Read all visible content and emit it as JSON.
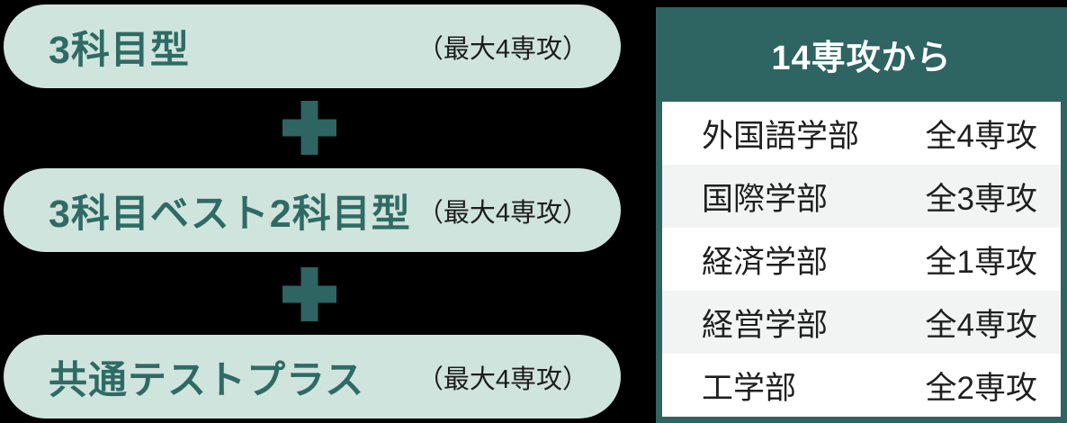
{
  "colors": {
    "background": "#000000",
    "accent_dark_teal": "#2e6462",
    "pill_background": "#d0e4de",
    "pill_title_text": "#2f6b64",
    "note_text": "#1c1c1c",
    "table_header_text": "#ffffff",
    "row_background": "#ffffff",
    "row_alt_background": "#f2f4f3",
    "row_text": "#1f1f1f"
  },
  "exam_types": [
    {
      "title": "3科目型",
      "note": "（最大4専攻）"
    },
    {
      "title": "3科目ベスト2科目型",
      "note": "（最大4専攻）"
    },
    {
      "title": "共通テストプラス",
      "note": "（最大4専攻）"
    }
  ],
  "connectors": [
    {
      "icon": "plus-icon"
    },
    {
      "icon": "plus-icon"
    }
  ],
  "majors_table": {
    "header": "14専攻から",
    "rows": [
      {
        "faculty": "外国語学部",
        "majors": "全4専攻"
      },
      {
        "faculty": "国際学部",
        "majors": "全3専攻"
      },
      {
        "faculty": "経済学部",
        "majors": "全1専攻"
      },
      {
        "faculty": "経営学部",
        "majors": "全4専攻"
      },
      {
        "faculty": "工学部",
        "majors": "全2専攻"
      }
    ]
  }
}
